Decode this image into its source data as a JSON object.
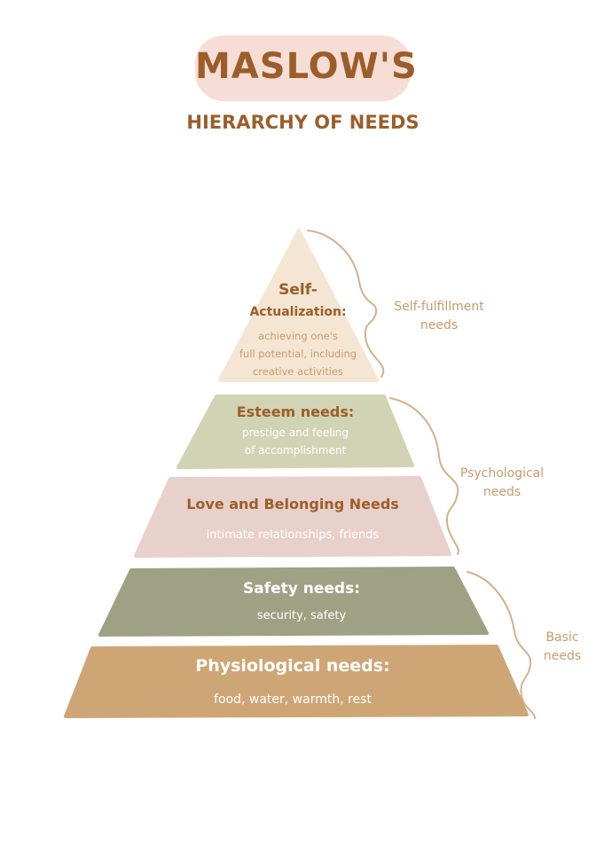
{
  "header": {
    "title": "MASLOW'S",
    "subtitle": "HIERARCHY OF NEEDS"
  },
  "tiers": {
    "self_actualization": {
      "title_line1": "Self-",
      "title_line2": "Actualization:",
      "desc_line1": "achieving one's",
      "desc_line2": "full potential, including",
      "desc_line3": "creative activities",
      "color": "#f5e6d4"
    },
    "esteem": {
      "title": "Esteem needs:",
      "desc_line1": "prestige and feeling",
      "desc_line2": "of accomplishment",
      "color": "#d1d4b4"
    },
    "love": {
      "title": "Love and Belonging Needs",
      "desc": "intimate relationships, friends",
      "color": "#e8d0cb"
    },
    "safety": {
      "title": "Safety needs:",
      "desc": "security, safety",
      "color": "#9ea184"
    },
    "physiological": {
      "title": "Physiological needs:",
      "desc": "food, water, warmth, rest",
      "color": "#cea676"
    }
  },
  "groups": {
    "self_fulfillment": {
      "line1": "Self-fulfillment",
      "line2": "needs"
    },
    "psychological": {
      "line1": "Psychological",
      "line2": "needs"
    },
    "basic": {
      "line1": "Basic",
      "line2": "needs"
    }
  },
  "colors": {
    "title_brown": "#9b5e2a",
    "label_tan": "#c89a6c",
    "bracket": "#d4b08a"
  }
}
